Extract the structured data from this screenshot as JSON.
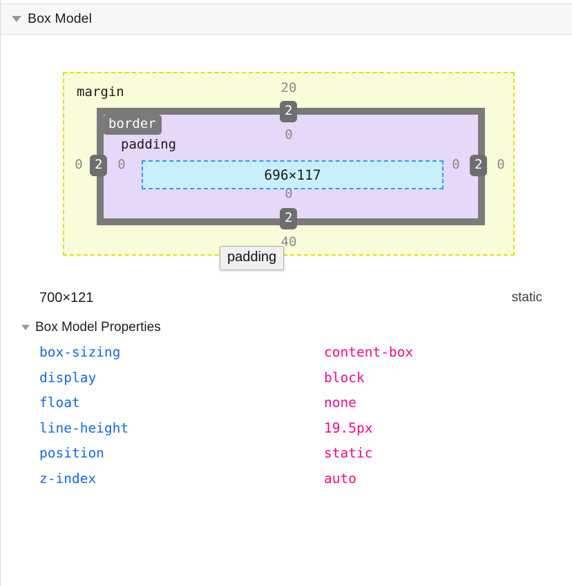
{
  "header": {
    "title": "Box Model",
    "disclosure_icon": "triangle-down-icon",
    "expanded": true
  },
  "box_model": {
    "labels": {
      "margin": "margin",
      "border": "border",
      "padding": "padding"
    },
    "content_dimensions": "696×117",
    "annotations": {
      "margin_top": "20",
      "margin_bottom": "40",
      "margin_left": "0",
      "margin_right": "0",
      "border_top": "2",
      "border_bottom": "2",
      "border_left": "2",
      "border_right": "2",
      "padding_top": "0",
      "padding_bottom": "0",
      "padding_left": "0",
      "padding_right": "0"
    },
    "colors": {
      "margin_fill": "#f8fcd8",
      "margin_stroke": "#e0e000",
      "border_fill": "#7a7a7a",
      "padding_fill": "#e6d8f8",
      "content_fill": "#c8effd",
      "content_stroke": "#2f9bef",
      "badge_fill": "#6e6e6e",
      "annotation_text": "#8a8a8a"
    }
  },
  "tooltip": {
    "text": "padding",
    "visible": true
  },
  "summary": {
    "dimensions": "700×121",
    "position": "static"
  },
  "properties_section": {
    "disclosure_icon": "triangle-down-icon",
    "expanded": true,
    "title": "Box Model Properties",
    "name_color": "#1268e3",
    "value_color": "#ea0b8c",
    "rows": [
      {
        "name": "box-sizing",
        "value": "content-box"
      },
      {
        "name": "display",
        "value": "block"
      },
      {
        "name": "float",
        "value": "none"
      },
      {
        "name": "line-height",
        "value": "19.5px"
      },
      {
        "name": "position",
        "value": "static"
      },
      {
        "name": "z-index",
        "value": "auto"
      }
    ]
  }
}
